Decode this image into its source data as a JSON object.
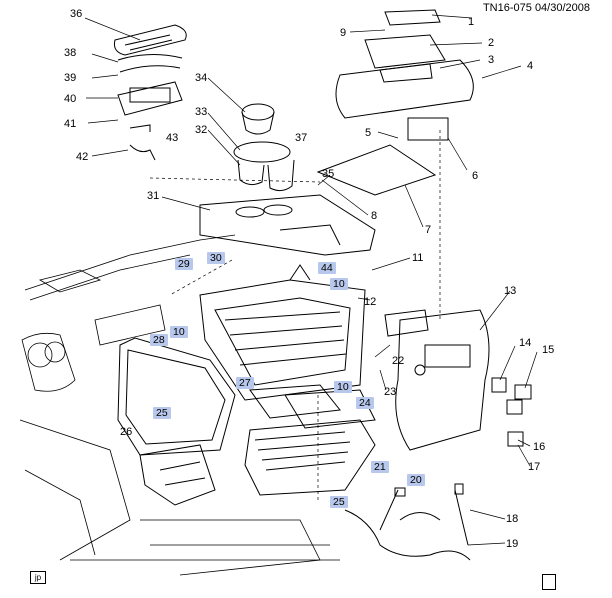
{
  "header": {
    "doc_id": "TN16-075",
    "date": "04/30/2008"
  },
  "corner_label": "jp",
  "callouts": [
    {
      "label": "1",
      "highlight": false
    },
    {
      "label": "2",
      "highlight": false
    },
    {
      "label": "3",
      "highlight": false
    },
    {
      "label": "4",
      "highlight": false
    },
    {
      "label": "5",
      "highlight": false
    },
    {
      "label": "6",
      "highlight": false
    },
    {
      "label": "7",
      "highlight": false
    },
    {
      "label": "8",
      "highlight": false
    },
    {
      "label": "9",
      "highlight": false
    },
    {
      "label": "10",
      "highlight": true
    },
    {
      "label": "10",
      "highlight": true
    },
    {
      "label": "10",
      "highlight": true
    },
    {
      "label": "11",
      "highlight": false
    },
    {
      "label": "12",
      "highlight": false
    },
    {
      "label": "13",
      "highlight": false
    },
    {
      "label": "14",
      "highlight": false
    },
    {
      "label": "15",
      "highlight": false
    },
    {
      "label": "16",
      "highlight": false
    },
    {
      "label": "17",
      "highlight": false
    },
    {
      "label": "18",
      "highlight": false
    },
    {
      "label": "19",
      "highlight": false
    },
    {
      "label": "20",
      "highlight": true
    },
    {
      "label": "21",
      "highlight": true
    },
    {
      "label": "22",
      "highlight": false
    },
    {
      "label": "23",
      "highlight": false
    },
    {
      "label": "24",
      "highlight": true
    },
    {
      "label": "25",
      "highlight": true
    },
    {
      "label": "25",
      "highlight": true
    },
    {
      "label": "26",
      "highlight": false
    },
    {
      "label": "27",
      "highlight": true
    },
    {
      "label": "28",
      "highlight": true
    },
    {
      "label": "29",
      "highlight": true
    },
    {
      "label": "30",
      "highlight": true
    },
    {
      "label": "31",
      "highlight": false
    },
    {
      "label": "32",
      "highlight": false
    },
    {
      "label": "33",
      "highlight": false
    },
    {
      "label": "34",
      "highlight": false
    },
    {
      "label": "35",
      "highlight": false
    },
    {
      "label": "36",
      "highlight": false
    },
    {
      "label": "37",
      "highlight": false
    },
    {
      "label": "38",
      "highlight": false
    },
    {
      "label": "39",
      "highlight": false
    },
    {
      "label": "40",
      "highlight": false
    },
    {
      "label": "41",
      "highlight": false
    },
    {
      "label": "42",
      "highlight": false
    },
    {
      "label": "43",
      "highlight": false
    },
    {
      "label": "44",
      "highlight": true
    }
  ],
  "colors": {
    "highlight": "#b8c8ec",
    "line": "#000000"
  }
}
